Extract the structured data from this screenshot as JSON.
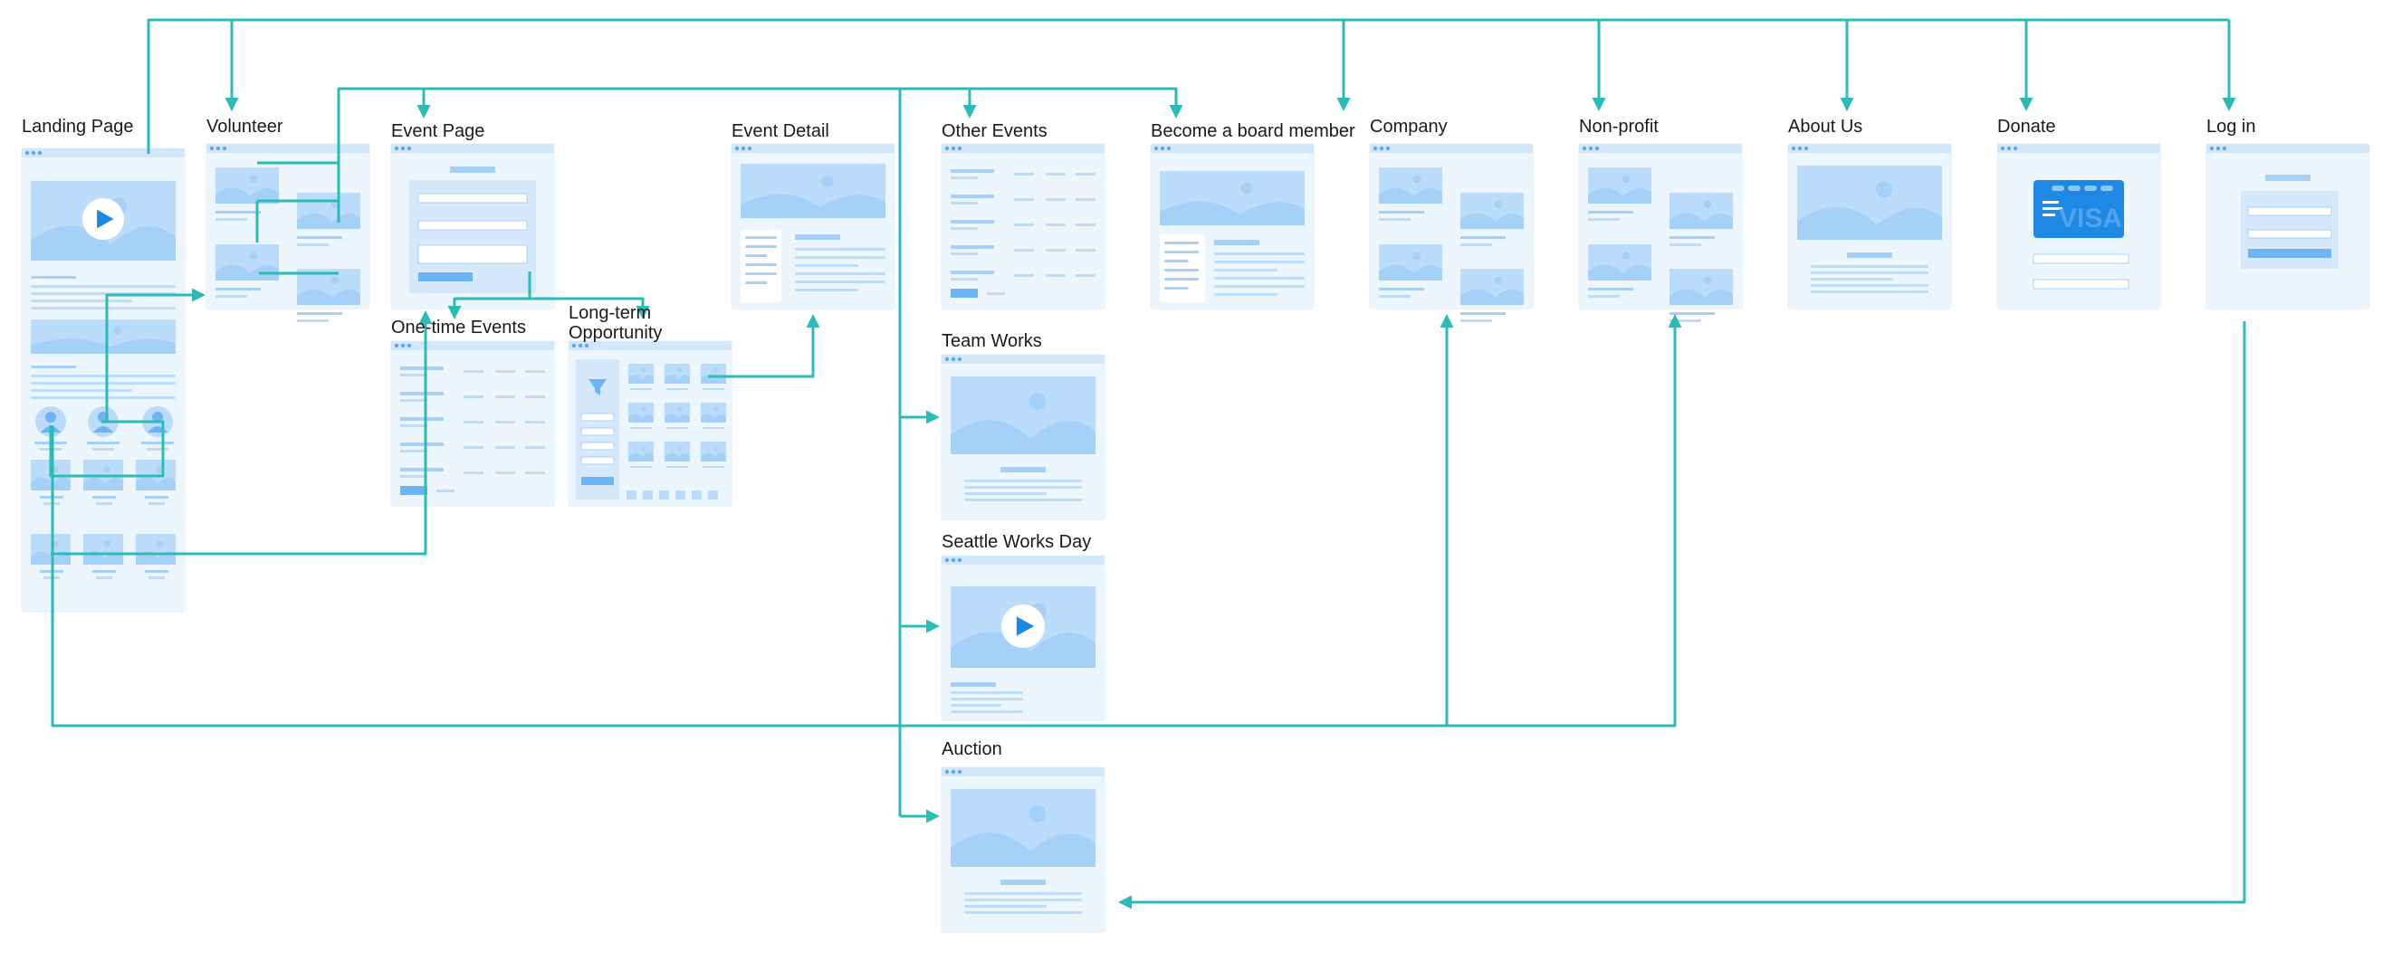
{
  "colors": {
    "connector": "#2bbcb8",
    "frame_fill": "#eef6fd",
    "frame_bar": "#d3e7fb",
    "frame_dots": "#5aa9ee",
    "shape_light": "#bcdcfb",
    "shape_mid": "#a5d0f8",
    "shape_accent": "#6cb4f4",
    "label": "#1a1a1a",
    "card_blue": "#1e88e5",
    "card_text": "#5aa9ee"
  },
  "pages": [
    {
      "id": "landing",
      "label": "Landing Page"
    },
    {
      "id": "volunteer",
      "label": "Volunteer"
    },
    {
      "id": "event",
      "label": "Event Page"
    },
    {
      "id": "onetime",
      "label": "One-time Events"
    },
    {
      "id": "longterm",
      "label": "Long-term Opportunity"
    },
    {
      "id": "detail",
      "label": "Event Detail"
    },
    {
      "id": "other",
      "label": "Other Events"
    },
    {
      "id": "team",
      "label": "Team Works"
    },
    {
      "id": "seattle",
      "label": "Seattle Works Day"
    },
    {
      "id": "auction",
      "label": "Auction"
    },
    {
      "id": "board",
      "label": "Become a board member"
    },
    {
      "id": "company",
      "label": "Company"
    },
    {
      "id": "nonprofit",
      "label": "Non-profit"
    },
    {
      "id": "about",
      "label": "About Us"
    },
    {
      "id": "donate",
      "label": "Donate"
    },
    {
      "id": "login",
      "label": "Log in"
    }
  ],
  "icons": {
    "play": "play-icon",
    "image": "image-placeholder-icon",
    "filter": "filter-icon",
    "user": "user-avatar-icon",
    "card": "credit-card-icon",
    "arrow": "arrowhead-icon"
  },
  "donate_card_text": "VISA"
}
